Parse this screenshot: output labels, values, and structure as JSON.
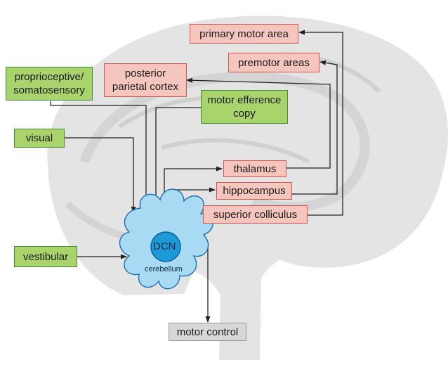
{
  "diagram": {
    "inputs": {
      "proprioceptive": "proprioceptive/\nsomatosensory",
      "visual": "visual",
      "vestibular": "vestibular",
      "motor_efference": "motor efference\ncopy"
    },
    "targets": {
      "primary_motor": "primary motor area",
      "premotor": "premotor areas",
      "posterior_parietal": "posterior\nparietal cortex",
      "thalamus": "thalamus",
      "hippocampus": "hippocampus",
      "superior_colliculus": "superior colliculus"
    },
    "output": {
      "motor_control": "motor control"
    },
    "structures": {
      "dcn": "DCN",
      "cerebellum": "cerebellum"
    },
    "colors": {
      "input_fill": "#a9d36b",
      "input_border": "#3f8f3a",
      "target_fill": "#f5c6bd",
      "target_border": "#d9534f",
      "output_fill": "#d7d7d7",
      "output_border": "#9a9a9a",
      "cerebellum_fill": "#a9daf4",
      "cerebellum_stroke": "#1a6fb0",
      "dcn_fill": "#1a9ad6",
      "arrow": "#222222",
      "brain": "#e4e4e4"
    }
  }
}
